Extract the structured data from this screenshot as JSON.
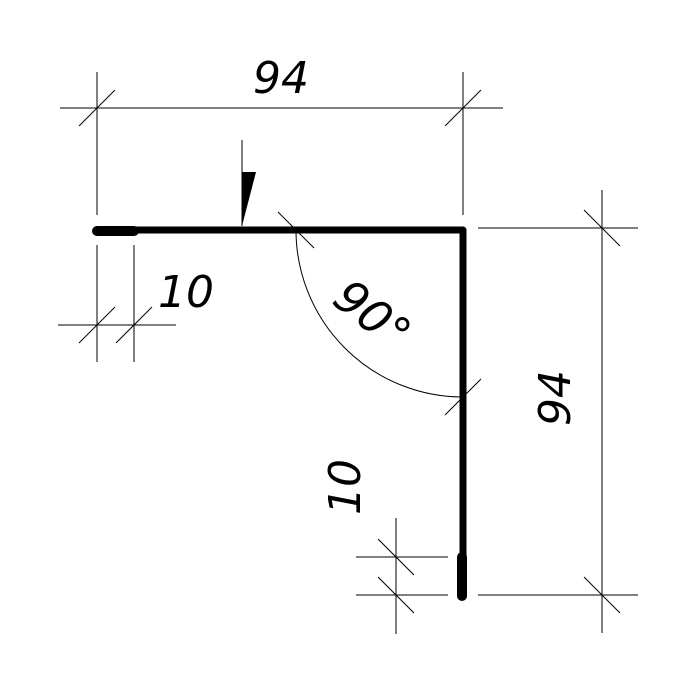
{
  "drawing": {
    "top_width_label": "94",
    "right_height_label": "94",
    "left_fold_label": "10",
    "bottom_fold_label": "10",
    "angle_label": "90°",
    "colors": {
      "ink": "#000000",
      "background": "#ffffff"
    }
  }
}
